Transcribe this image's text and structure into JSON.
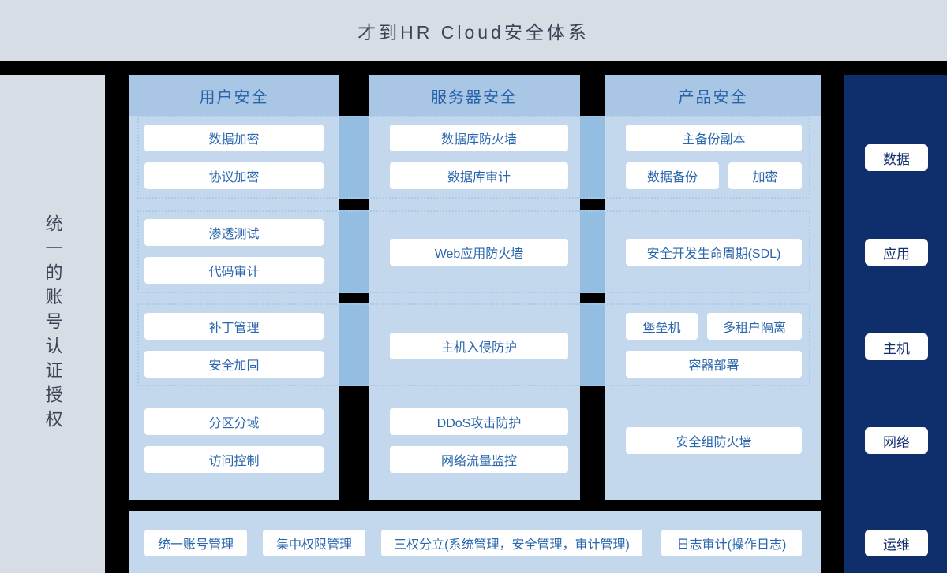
{
  "title": "才到HR Cloud安全体系",
  "left_sidebar": {
    "label": "统一的账号认证授权"
  },
  "columns": [
    {
      "header": "用户安全",
      "rows": [
        {
          "items": [
            "数据加密",
            "协议加密"
          ]
        },
        {
          "items": [
            "渗透测试",
            "代码审计"
          ]
        },
        {
          "items": [
            "补丁管理",
            "安全加固"
          ]
        },
        {
          "items": [
            "分区分域",
            "访问控制"
          ]
        }
      ]
    },
    {
      "header": "服务器安全",
      "rows": [
        {
          "items": [
            "数据库防火墙",
            "数据库审计"
          ]
        },
        {
          "items": [
            "Web应用防火墙"
          ]
        },
        {
          "items": [
            "主机入侵防护"
          ]
        },
        {
          "items": [
            "DDoS攻击防护",
            "网络流量监控"
          ]
        }
      ]
    },
    {
      "header": "产品安全",
      "rows": [
        {
          "items": [
            "主备份副本",
            "数据备份",
            "加密"
          ]
        },
        {
          "items": [
            "安全开发生命周期(SDL)"
          ]
        },
        {
          "items": [
            "堡垒机",
            "多租户隔离",
            "容器部署"
          ]
        },
        {
          "items": [
            "安全组防火墙"
          ]
        }
      ]
    }
  ],
  "right_sidebar": {
    "items": [
      "数据",
      "应用",
      "主机",
      "网络",
      "运维"
    ]
  },
  "bottom_bar": {
    "items": [
      "统一账号管理",
      "集中权限管理",
      "三权分立(系统管理，安全管理，审计管理)",
      "日志审计(操作日志)"
    ]
  },
  "colors": {
    "page_bg": "#000000",
    "header_bg": "#d7dde5",
    "column_bg": "#c3d8ec",
    "column_header_bg": "#a9c7e5",
    "connector_strip": "#93bde1",
    "dashed_border": "#a8cbe9",
    "node_bg": "#ffffff",
    "node_text": "#2a66ae",
    "right_sidebar_bg": "#0f2e6c",
    "right_sidebar_text": "#16316e",
    "title_text": "#3b4555"
  }
}
